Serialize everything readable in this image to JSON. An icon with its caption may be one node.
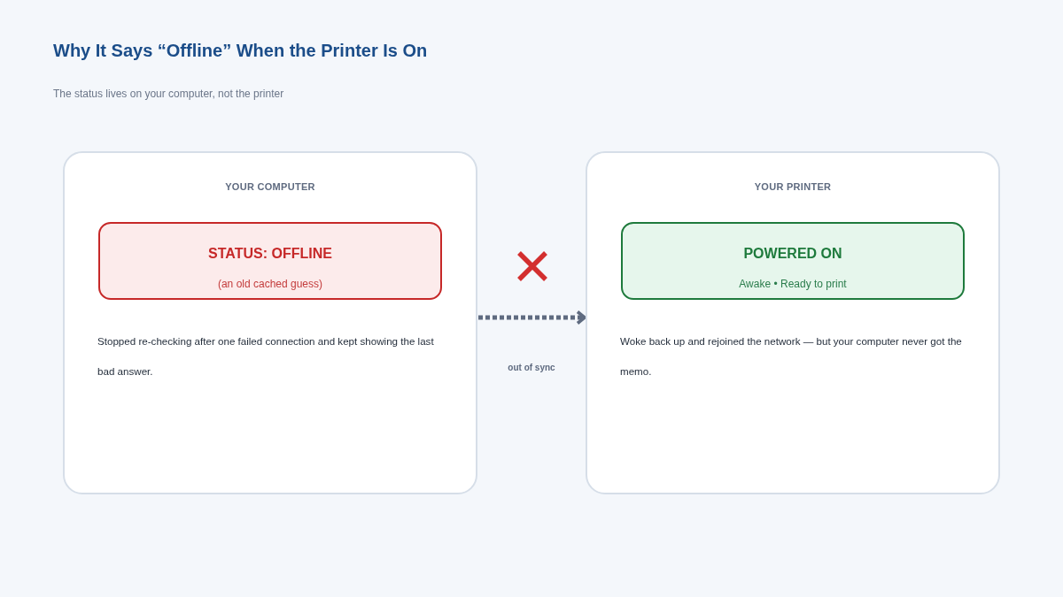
{
  "diagram": {
    "title": "Why It Says “Offline” When the Printer Is On",
    "nodes": [
      {
        "text": [
          "YOUR COMPUTER",
          "Stopped re-checking after one failed connection and kept showing the last bad answer."
        ]
      },
      {
        "text": [
          "STATUS: OFFLINE",
          "(an old cached guess)"
        ],
        "in": 0
      },
      {
        "text": [
          "YOUR PRINTER",
          "Woke back up and rejoined the network — but your computer never got the memo."
        ]
      },
      {
        "text": [
          "POWERED ON",
          "Awake • Ready to print"
        ],
        "in": 2
      }
    ],
    "edges": [
      {
        "from": 0,
        "to": 2,
        "arrow": "to",
        "style": "dashed"
      }
    ],
    "labels": [
      "The status lives on your computer, not the printer",
      "out of sync"
    ]
  }
}
